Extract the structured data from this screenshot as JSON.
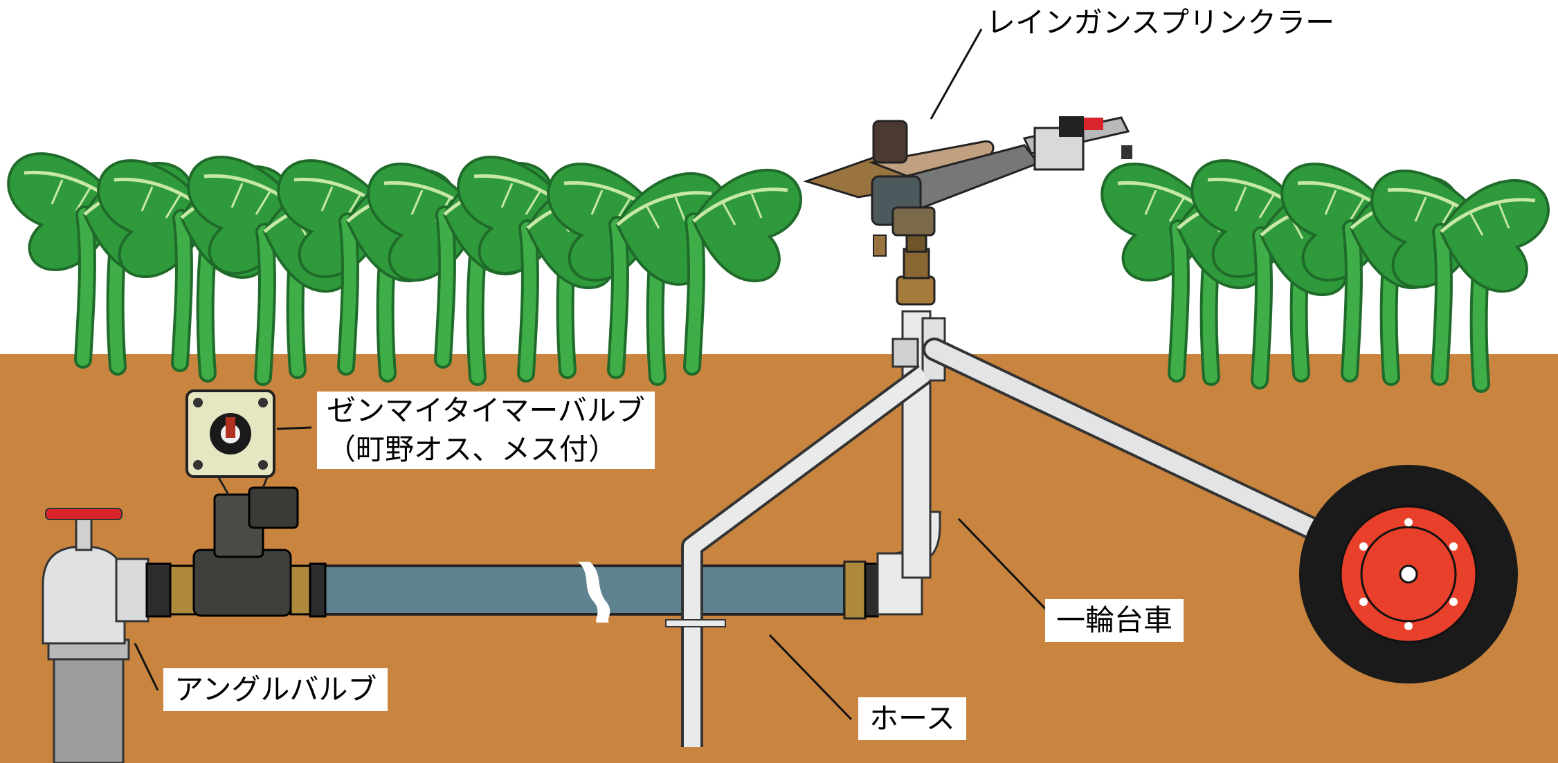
{
  "labels": {
    "sprinkler": "レインガンスプリンクラー",
    "timer_valve_line1": "ゼンマイタイマーバルブ",
    "timer_valve_line2": "（町野オス、メス付）",
    "wheelbarrow": "一輪台車",
    "angle_valve": "アングルバルブ",
    "hose": "ホース"
  },
  "colors": {
    "soil": "#c9853f",
    "leaf": "#2f9a3c",
    "leaf_dark": "#1f6b2a",
    "hose": "#5f8290",
    "pipe": "#e9eaea",
    "brass": "#a57a3a",
    "wheel_rim": "#e8402a",
    "tire": "#1a1a1a",
    "valve_handle": "#d8242a",
    "timer_box": "#e7e6c2"
  }
}
